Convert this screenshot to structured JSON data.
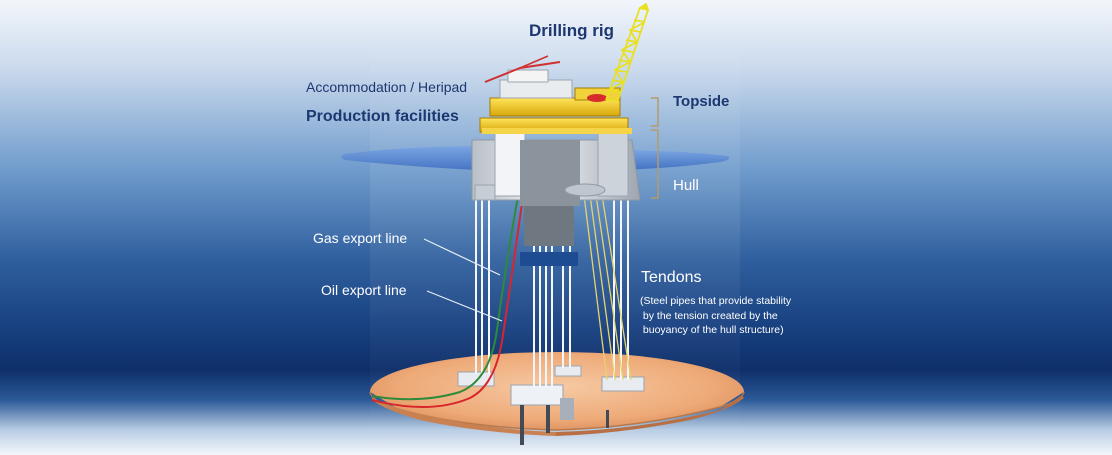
{
  "labels": {
    "drilling_rig": "Drilling rig",
    "accommodation": "Accommodation / Heripad",
    "production": "Production facilities",
    "topside": "Topside",
    "hull": "Hull",
    "gas_export": "Gas export line",
    "oil_export": "Oil export line",
    "tendons": "Tendons",
    "tendons_desc": "(Steel pipes that provide stability\n by the tension created by the\n buoyancy of the hull structure)"
  },
  "colors": {
    "deck_yellow": "#f2c81a",
    "crane_yellow": "#e8e020",
    "hull_gray": "#d8dde3",
    "sea_surface": "#5f8fd6",
    "seabed": "#f0b68a",
    "label_dark": "#1d3770",
    "gas_line": "#2f8a3a",
    "oil_line": "#d8262b"
  }
}
